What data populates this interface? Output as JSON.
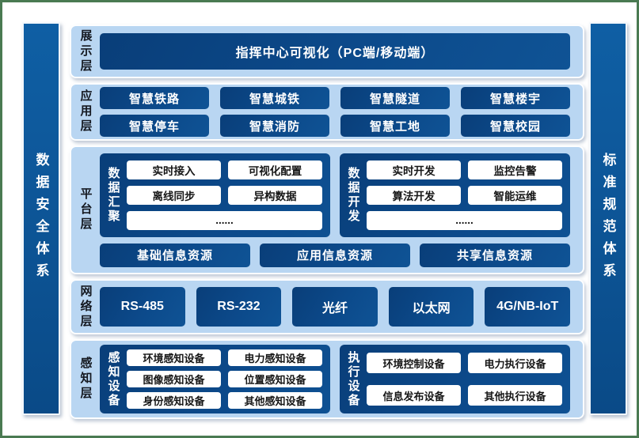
{
  "palette": {
    "frame_green": "#4a7a52",
    "panel_light_blue": "#b9d6f2",
    "box_navy": "#0c4a8b",
    "pillar_blue": "#0d5698",
    "chip_white": "#ffffff"
  },
  "pillars": {
    "left": "数据安全体系",
    "right": "标准规范体系"
  },
  "layers": {
    "display": {
      "label": "展示层",
      "title": "指挥中心可视化（PC端/移动端）"
    },
    "application": {
      "label": "应用层",
      "rows": [
        [
          "智慧铁路",
          "智慧城铁",
          "智慧隧道",
          "智慧楼宇"
        ],
        [
          "智慧停车",
          "智慧消防",
          "智慧工地",
          "智慧校园"
        ]
      ]
    },
    "platform": {
      "label": "平台层",
      "groups": [
        {
          "label": "数据汇聚",
          "rows": [
            [
              "实时接入",
              "可视化配置"
            ],
            [
              "离线同步",
              "异构数据"
            ]
          ],
          "more": "......"
        },
        {
          "label": "数据开发",
          "rows": [
            [
              "实时开发",
              "监控告警"
            ],
            [
              "算法开发",
              "智能运维"
            ]
          ],
          "more": "......"
        }
      ],
      "resources": [
        "基础信息资源",
        "应用信息资源",
        "共享信息资源"
      ]
    },
    "network": {
      "label": "网络层",
      "items": [
        "RS-485",
        "RS-232",
        "光纤",
        "以太网",
        "4G/NB-IoT"
      ]
    },
    "perception": {
      "label": "感知层",
      "groups": [
        {
          "label": "感知设备",
          "rows": [
            [
              "环境感知设备",
              "电力感知设备"
            ],
            [
              "图像感知设备",
              "位置感知设备"
            ],
            [
              "身份感知设备",
              "其他感知设备"
            ]
          ]
        },
        {
          "label": "执行设备",
          "rows": [
            [
              "环境控制设备",
              "电力执行设备"
            ],
            [
              "信息发布设备",
              "其他执行设备"
            ]
          ]
        }
      ]
    }
  }
}
